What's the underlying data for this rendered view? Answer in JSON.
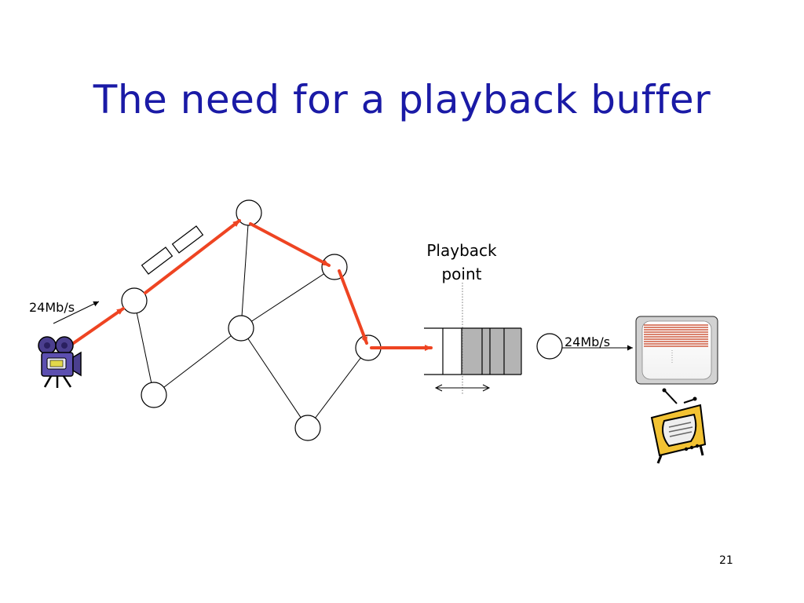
{
  "slide": {
    "title": "The need for a playback buffer",
    "page_number": "21"
  },
  "labels": {
    "source_rate": "24Mb/s",
    "output_rate": "24Mb/s",
    "playback_point_line1": "Playback",
    "playback_point_line2": "point"
  },
  "icons": {
    "source": "video-camera-icon",
    "destination": "television-icon",
    "display": "tv-screen-icon"
  },
  "colors": {
    "title": "#1a1aa6",
    "path": "#ee4422",
    "buffer_filled": "#b4b4b4"
  }
}
